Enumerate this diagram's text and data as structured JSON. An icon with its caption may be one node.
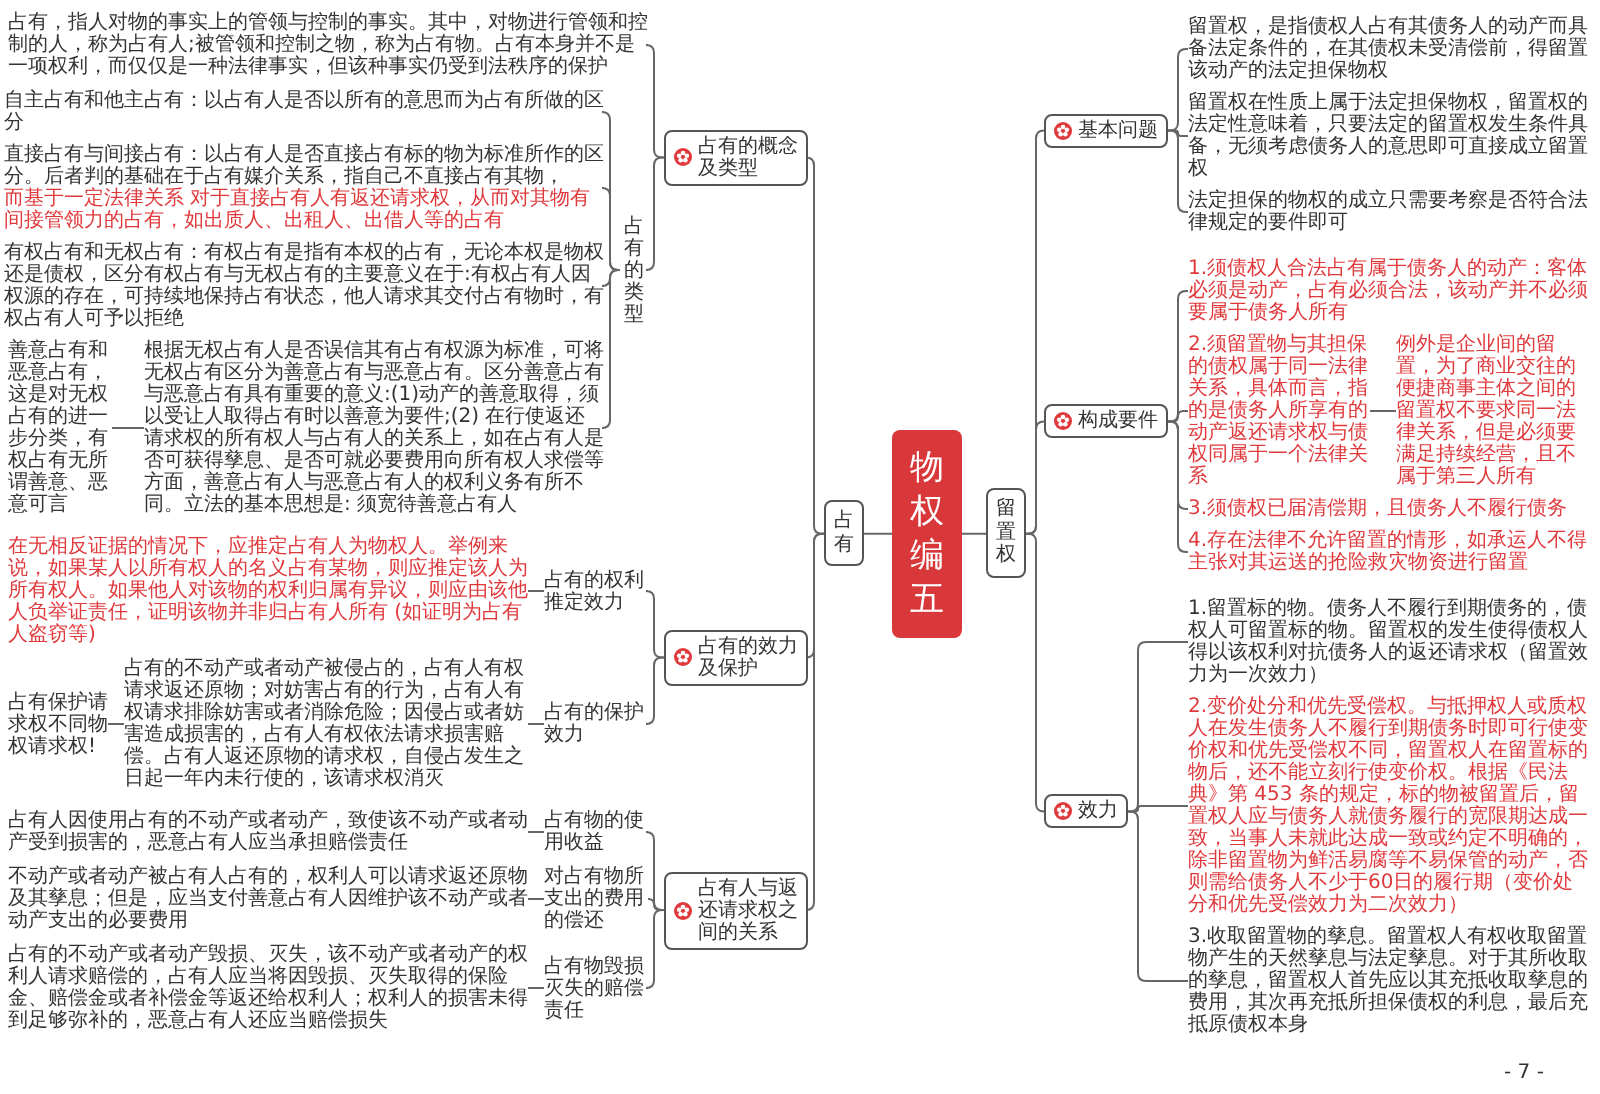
{
  "diagram": {
    "nodes": [
      {
        "text": [
          "物权编五"
        ]
      },
      {
        "text": [
          "占有"
        ]
      },
      {
        "text": [
          "留置权"
        ]
      },
      {
        "text": [
          "占有的概念及类型"
        ]
      },
      {
        "text": [
          "占有，指人对物的事实上的管领与控制的事实。其中，对物进行管领和控制的人，称为占有人;被管领和控制之物，称为占有物。占有本身并不是一项权利，而仅仅是一种法律事实，但该种事实仍受到法秩序的保护"
        ]
      },
      {
        "text": [
          "占有的类型"
        ]
      },
      {
        "text": [
          "自主占有和他主占有：以占有人是否以所有的意思而为占有所做的区分"
        ]
      },
      {
        "text": [
          "直接占有与间接占有：以占有人是否直接占有标的物为标准所作的区分。后者判的基础在于占有媒介关系，指自己不直接占有其物，",
          "而基于一定法律关系 对于直接占有人有返还请求权，从而对其物有间接管领力的占有，如出质人、出租人、出借人等的占有"
        ]
      },
      {
        "text": [
          "有权占有和无权占有：有权占有是指有本权的占有，无论本权是物权还是债权，区分有权占有与无权占有的主要意义在于:有权占有人因权源的存在，可持续地保持占有状态，他人请求其交付占有物时，有权占有人可予以拒绝"
        ]
      },
      {
        "text": [
          "根据无权占有人是否误信其有占有权源为标准，可将无权占有区分为善意占有与恶意占有。区分善意占有与恶意占有具有重要的意义:(1)动产的善意取得，须以受让人取得占有时以善意为要件;(2) 在行使返还请求权的所有权人与占有人的关系上，如在占有人是否可获得孳息、是否可就必要费用向所有权人求偿等方面，善意占有人与恶意占有人的权利义务有所不同。立法的基本思想是: 须宽待善意占有人"
        ]
      },
      {
        "text": [
          "善意占有和恶意占有，这是对无权占有的进一步分类，有权占有无所谓善意、恶意可言"
        ]
      },
      {
        "text": [
          "占有的效力及保护"
        ]
      },
      {
        "text": [
          "占有的权利推定效力"
        ]
      },
      {
        "text": [
          "在无相反证据的情况下，应推定占有人为物权人。举例来说，如果某人以所有权人的名义占有某物，则应推定该人为所有权人。如果他人对该物的权利归属有异议，则应由该他人负举证责任，证明该物并非归占有人所有 (如证明为占有人盗窃等)"
        ]
      },
      {
        "text": [
          "占有的保护效力"
        ]
      },
      {
        "text": [
          "占有的不动产或者动产被侵占的，占有人有权请求返还原物；对妨害占有的行为，占有人有权请求排除妨害或者消除危险；因侵占或者妨害造成损害的，占有人有权依法请求损害赔偿。占有人返还原物的请求权，自侵占发生之日起一年内未行使的，该请求权消灭"
        ]
      },
      {
        "text": [
          "占有保护请求权不同物权请求权!"
        ]
      },
      {
        "text": [
          "占有人与返还请求权之间的关系"
        ]
      },
      {
        "text": [
          "占有物的使用收益"
        ]
      },
      {
        "text": [
          "占有人因使用占有的不动产或者动产，致使该不动产或者动产受到损害的，恶意占有人应当承担赔偿责任"
        ]
      },
      {
        "text": [
          "对占有物所支出的费用的偿还"
        ]
      },
      {
        "text": [
          "不动产或者动产被占有人占有的，权利人可以请求返还原物及其孳息；但是，应当支付善意占有人因维护该不动产或者动产支出的必要费用"
        ]
      },
      {
        "text": [
          "占有物毁损灭失的赔偿责任"
        ]
      },
      {
        "text": [
          "占有的不动产或者动产毁损、灭失，该不动产或者动产的权利人请求赔偿的，占有人应当将因毁损、灭失取得的保险金、赔偿金或者补偿金等返还给权利人；权利人的损害未得到足够弥补的，恶意占有人还应当赔偿损失"
        ]
      },
      {
        "text": [
          "基本问题"
        ]
      },
      {
        "text": [
          "留置权，是指债权人占有其债务人的动产而具备法定条件的，在其债权未受清偿前，得留置该动产的法定担保物权"
        ]
      },
      {
        "text": [
          "留置权在性质上属于法定担保物权，留置权的法定性意味着，只要法定的留置权发生条件具备，无须考虑债务人的意思即可直接成立留置权"
        ]
      },
      {
        "text": [
          "法定担保的物权的成立只需要考察是否符合法律规定的要件即可"
        ]
      },
      {
        "text": [
          "构成要件"
        ]
      },
      {
        "text": [
          "1.须债权人合法占有属于债务人的动产：客体必须是动产，占有必须合法，该动产并不必须要属于债务人所有"
        ]
      },
      {
        "text": [
          "2.须留置物与其担保的债权属于同一法律关系，具体而言，指的是债务人所享有的动产返还请求权与债权同属于一个法律关系"
        ]
      },
      {
        "text": [
          "例外是企业间的留置，为了商业交往的便捷商事主体之间的留置权不要求同一法律关系，但是必须要满足持续经营，且不属于第三人所有"
        ]
      },
      {
        "text": [
          "3.须债权已届清偿期，且债务人不履行债务"
        ]
      },
      {
        "text": [
          "4.存在法律不允许留置的情形，如承运人不得主张对其运送的抢险救灾物资进行留置"
        ]
      },
      {
        "text": [
          "效力"
        ]
      },
      {
        "text": [
          "1.留置标的物。债务人不履行到期债务的，债权人可留置标的物。留置权的发生使得债权人得以该权利对抗债务人的返还请求权（留置效力为一次效力）"
        ]
      },
      {
        "text": [
          "2.变价处分和优先受偿权。与抵押权人或质权人在发生债务人不履行到期债务时即可行使变价权和优先受偿权不同，留置权人在留置标的物后，还不能立刻行使变价权。根据《民法典》第 453 条的规定，标的物被留置后，留置权人应与债务人就债务履行的宽限期达成一致，当事人未就此达成一致或约定不明确的，除非留置物为鲜活易腐等不易保管的动产，否则需给债务人不少于60日的履行期（变价处分和优先受偿效力为二次效力）"
        ]
      },
      {
        "text": [
          "3.收取留置物的孳息。留置权人有权收取留置物产生的天然孳息与法定孳息。对于其所收取的孳息，留置权人首先应以其充抵收取孳息的费用，其次再充抵所担保债权的利息，最后充抵原债权本身"
        ]
      }
    ],
    "edges": [
      {
        "from": 0,
        "to": 1,
        "arrow": "none"
      },
      {
        "from": 0,
        "to": 2,
        "arrow": "none"
      },
      {
        "from": 1,
        "to": 3,
        "arrow": "none"
      },
      {
        "from": 1,
        "to": 11,
        "arrow": "none"
      },
      {
        "from": 1,
        "to": 17,
        "arrow": "none"
      },
      {
        "from": 3,
        "to": 4,
        "arrow": "none"
      },
      {
        "from": 3,
        "to": 5,
        "arrow": "none"
      },
      {
        "from": 5,
        "to": 6,
        "arrow": "none"
      },
      {
        "from": 5,
        "to": 7,
        "arrow": "none"
      },
      {
        "from": 5,
        "to": 8,
        "arrow": "none"
      },
      {
        "from": 5,
        "to": 9,
        "arrow": "none"
      },
      {
        "from": 9,
        "to": 10,
        "arrow": "none"
      },
      {
        "from": 11,
        "to": 12,
        "arrow": "none"
      },
      {
        "from": 11,
        "to": 14,
        "arrow": "none"
      },
      {
        "from": 12,
        "to": 13,
        "arrow": "none"
      },
      {
        "from": 14,
        "to": 15,
        "arrow": "none"
      },
      {
        "from": 15,
        "to": 16,
        "arrow": "none"
      },
      {
        "from": 17,
        "to": 18,
        "arrow": "none"
      },
      {
        "from": 17,
        "to": 20,
        "arrow": "none"
      },
      {
        "from": 17,
        "to": 22,
        "arrow": "none"
      },
      {
        "from": 18,
        "to": 19,
        "arrow": "none"
      },
      {
        "from": 20,
        "to": 21,
        "arrow": "none"
      },
      {
        "from": 22,
        "to": 23,
        "arrow": "none"
      },
      {
        "from": 2,
        "to": 24,
        "arrow": "none"
      },
      {
        "from": 2,
        "to": 28,
        "arrow": "none"
      },
      {
        "from": 2,
        "to": 34,
        "arrow": "none"
      },
      {
        "from": 24,
        "to": 25,
        "arrow": "none"
      },
      {
        "from": 24,
        "to": 26,
        "arrow": "none"
      },
      {
        "from": 24,
        "to": 27,
        "arrow": "none"
      },
      {
        "from": 28,
        "to": 29,
        "arrow": "none"
      },
      {
        "from": 28,
        "to": 30,
        "arrow": "none"
      },
      {
        "from": 28,
        "to": 32,
        "arrow": "none"
      },
      {
        "from": 28,
        "to": 33,
        "arrow": "none"
      },
      {
        "from": 30,
        "to": 31,
        "arrow": "none"
      },
      {
        "from": 34,
        "to": 35,
        "arrow": "none"
      },
      {
        "from": 34,
        "to": 36,
        "arrow": "none"
      },
      {
        "from": 34,
        "to": 37,
        "arrow": "none"
      }
    ],
    "labels": [
      "- 7 -"
    ]
  }
}
